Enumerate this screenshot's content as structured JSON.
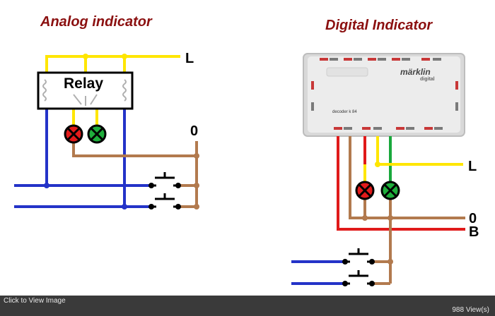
{
  "titles": {
    "analog": "Analog indicator",
    "digital": "Digital Indicator"
  },
  "relay_label": "Relay",
  "terminals": {
    "analog_l": "L",
    "analog_0": "0",
    "digital_l": "L",
    "digital_0": "0",
    "digital_b": "B"
  },
  "decoder": {
    "brand": "märklin",
    "brand_sub": "digital",
    "model": "decoder k 84"
  },
  "footer": {
    "click_to_view": "Click to View Image",
    "views": "988 View(s)"
  },
  "colors": {
    "wire_yellow": "#ffe600",
    "wire_blue": "#2433c8",
    "wire_brown": "#b27a4e",
    "wire_red": "#e01a1a",
    "wire_green": "#19a83c",
    "lamp_red": "#e21b1b",
    "lamp_green": "#1fae3c",
    "title_red": "#8b1010",
    "footer_bg": "#3a3a3a"
  }
}
